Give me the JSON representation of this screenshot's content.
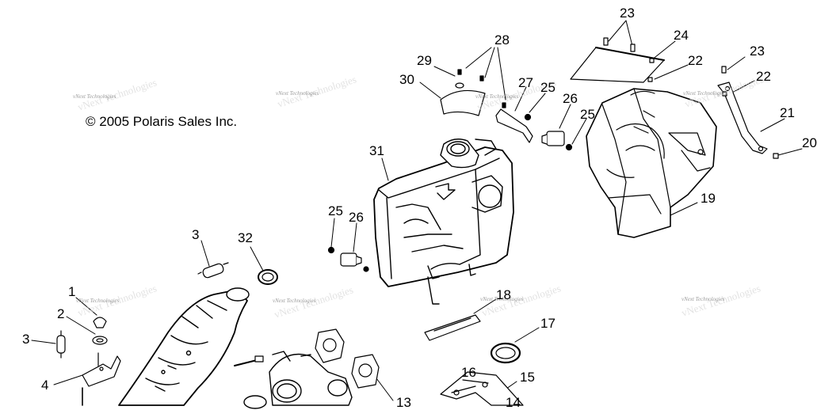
{
  "copyright": "© 2005 Polaris Sales Inc.",
  "watermark": "vNext Technologies",
  "callouts": [
    "1",
    "2",
    "3",
    "3",
    "4",
    "13",
    "14",
    "15",
    "16",
    "17",
    "18",
    "19",
    "20",
    "21",
    "22",
    "22",
    "23",
    "23",
    "24",
    "25",
    "25",
    "25",
    "26",
    "26",
    "27",
    "28",
    "29",
    "30",
    "31",
    "32"
  ]
}
